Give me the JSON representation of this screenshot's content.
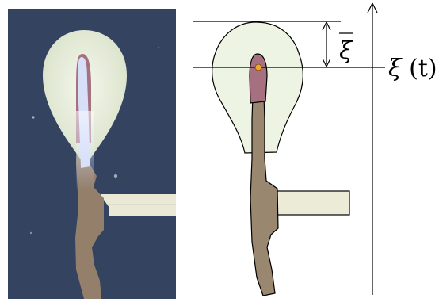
{
  "colors": {
    "photo_background": "#34435f",
    "bulb_fill": "#ecf3df",
    "sketch_bulb_fill": "#edf4e3",
    "wick_fill": "#937f6a",
    "sketch_wick_fill": "#9a8770",
    "red_region": "#a57080",
    "tracer_dot": "#f0a830",
    "rod_fill": "#ebebd8",
    "line_color": "#000000"
  },
  "labels": {
    "mean_symbol": "ξ",
    "position_symbol": "ξ",
    "position_argument": "(t)"
  }
}
